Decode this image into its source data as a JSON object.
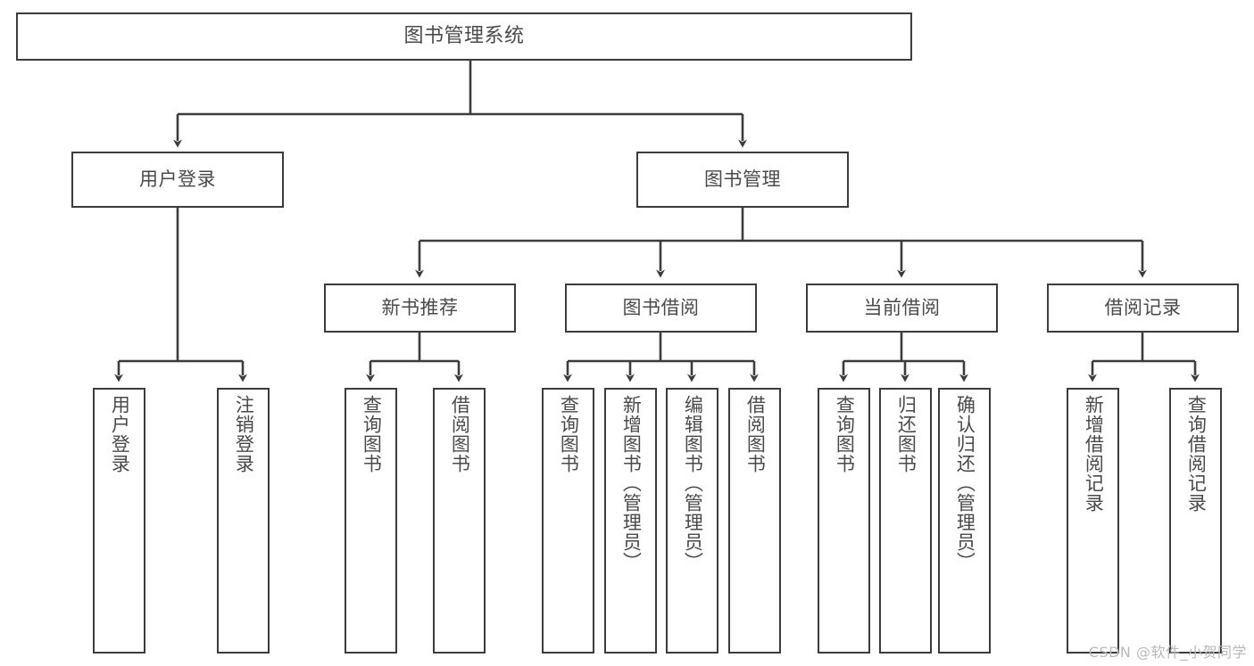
{
  "diagram": {
    "title": "图书管理系统",
    "type": "tree-hierarchy",
    "colors": {
      "border": "#3c3c3c",
      "text": "#4a4a4a",
      "background": "#ffffff",
      "watermark": "#b9b9b9"
    },
    "nodes": {
      "root": {
        "label": "图书管理系统"
      },
      "level1": [
        {
          "id": "user-login",
          "label": "用户登录"
        },
        {
          "id": "book-manage",
          "label": "图书管理"
        }
      ],
      "level2": [
        {
          "id": "new-book-recommend",
          "label": "新书推荐"
        },
        {
          "id": "book-borrow",
          "label": "图书借阅"
        },
        {
          "id": "current-borrow",
          "label": "当前借阅"
        },
        {
          "id": "borrow-record",
          "label": "借阅记录"
        }
      ],
      "leaves": [
        {
          "id": "leaf-user-login",
          "label": "用户登录",
          "parent": "user-login"
        },
        {
          "id": "leaf-logout",
          "label": "注销登录",
          "parent": "user-login"
        },
        {
          "id": "leaf-query-book-1",
          "label": "查询图书",
          "parent": "new-book-recommend"
        },
        {
          "id": "leaf-borrow-book-1",
          "label": "借阅图书",
          "parent": "new-book-recommend"
        },
        {
          "id": "leaf-query-book-2",
          "label": "查询图书",
          "parent": "book-borrow"
        },
        {
          "id": "leaf-add-book",
          "label": "新增图书（管理员）",
          "parent": "book-borrow"
        },
        {
          "id": "leaf-edit-book",
          "label": "编辑图书（管理员）",
          "parent": "book-borrow"
        },
        {
          "id": "leaf-borrow-book-2",
          "label": "借阅图书",
          "parent": "book-borrow"
        },
        {
          "id": "leaf-query-book-3",
          "label": "查询图书",
          "parent": "current-borrow"
        },
        {
          "id": "leaf-return-book",
          "label": "归还图书",
          "parent": "current-borrow"
        },
        {
          "id": "leaf-confirm-return",
          "label": "确认归还（管理员）",
          "parent": "current-borrow"
        },
        {
          "id": "leaf-add-record",
          "label": "新增借阅记录",
          "parent": "borrow-record"
        },
        {
          "id": "leaf-query-record",
          "label": "查询借阅记录",
          "parent": "borrow-record"
        }
      ]
    },
    "watermark": "CSDN @软件_小贺同学"
  }
}
